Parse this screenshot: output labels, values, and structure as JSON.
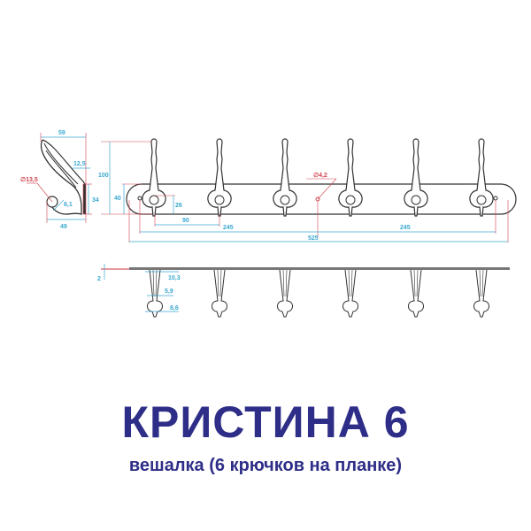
{
  "product": {
    "title": "КРИСТИНА 6",
    "subtitle": "вешалка (6 крючков на планке)"
  },
  "colors": {
    "outline": "#333333",
    "dimension_blue": "#3aa9d0",
    "dimension_red": "#d0444e",
    "title": "#2e2e88"
  },
  "side_view": {
    "dimensions": {
      "width_top": "59",
      "depth_base": "12,5",
      "hole_dia": "∅13,5",
      "ball_radius": "6,1",
      "height_mount": "34",
      "width_bottom": "49"
    }
  },
  "front_view": {
    "hook_count": 6,
    "dimensions": {
      "total_height": "100",
      "plank_height": "40",
      "hook_base_height": "26",
      "first_hook_offset": "90",
      "hole_spacing_left": "245",
      "hole_spacing_right": "245",
      "plank_length": "525",
      "mount_hole": "∅4,2"
    }
  },
  "top_view": {
    "dimensions": {
      "plank_thickness": "2",
      "hook_width_top": "10,3",
      "hook_neck": "5,9",
      "hook_ball": "8,6"
    }
  }
}
